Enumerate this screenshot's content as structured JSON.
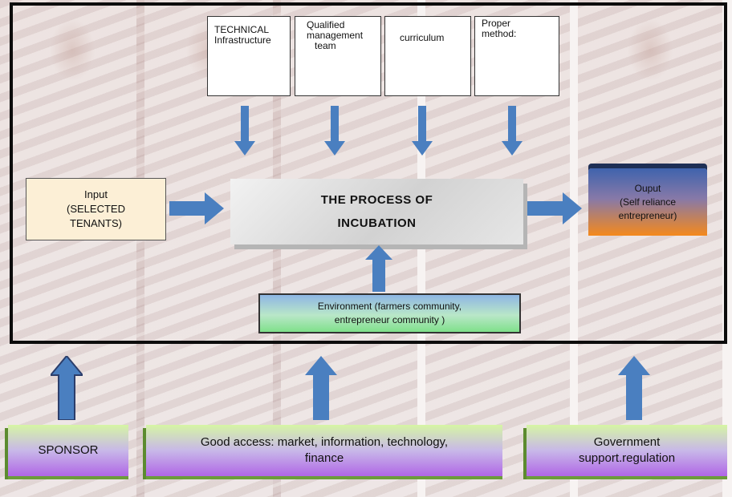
{
  "top_boxes": {
    "technical": {
      "line1": "TECHNICAL",
      "line2": "Infrastructure"
    },
    "management": {
      "line1": "Qualified",
      "line2": "management",
      "line3": "team"
    },
    "curriculum": {
      "line1": "curriculum"
    },
    "method": {
      "line1": "Proper",
      "line2": "method:"
    }
  },
  "input": {
    "line1": "Input",
    "line2": "(SELECTED",
    "line3": "TENANTS)"
  },
  "process": {
    "line1": "THE PROCESS OF",
    "line2": "INCUBATION"
  },
  "output": {
    "line1": "Ouput",
    "line2": "(Self reliance",
    "line3": "entrepreneur)"
  },
  "environment": {
    "line1": "Environment (farmers community,",
    "line2": "entrepreneur  community )"
  },
  "bottom": {
    "sponsor": "SPONSOR",
    "access_line1": "Good access: market, information, technology,",
    "access_line2": "finance",
    "government_line1": "Government",
    "government_line2": "support.regulation"
  },
  "colors": {
    "arrow": "#4a7fc0",
    "frame": "#0c0c0c",
    "input_fill": "#fcefd6",
    "output_top": "#3f63ad",
    "output_bottom": "#f4891c",
    "env_top": "#8eb6e4",
    "env_bottom": "#7fe08a",
    "bar_top": "#d6f5a4",
    "bar_bottom": "#b066e6"
  }
}
